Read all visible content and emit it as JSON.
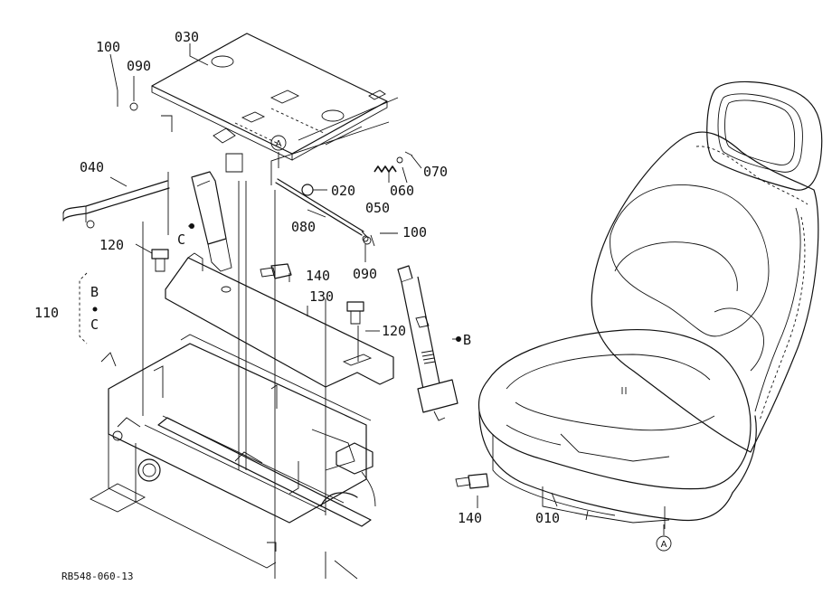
{
  "labels": {
    "p010": "010",
    "p020": "020",
    "p030": "030",
    "p040": "040",
    "p050": "050",
    "p060": "060",
    "p070": "070",
    "p080": "080",
    "p090a": "090",
    "p090b": "090",
    "p100a": "100",
    "p100b": "100",
    "p110": "110",
    "p120a": "120",
    "p120b": "120",
    "p130": "130",
    "p140a": "140",
    "p140b": "140",
    "refB": "B",
    "refC": "C",
    "bracketB": "B",
    "bracketC": "C",
    "circA1": "A",
    "circA2": "A",
    "code": "RB548-060-13"
  },
  "icons": [
    "seat-illustration",
    "seat-belt-buckle",
    "seat-belt-retractor",
    "seat-plate",
    "seat-rail-bracket",
    "bolt",
    "spring",
    "rod",
    "lever"
  ]
}
